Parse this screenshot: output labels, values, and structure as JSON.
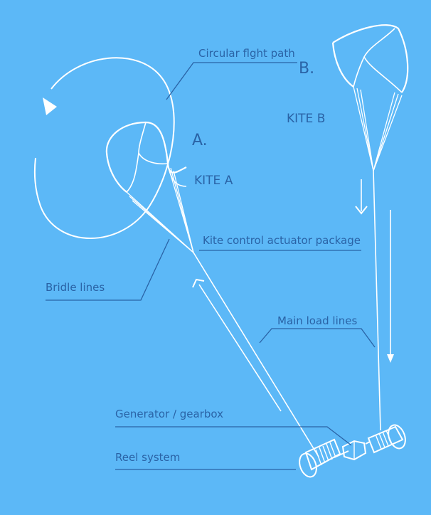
{
  "labels": {
    "circular_flight_path": "Circular flght path",
    "kite_a_letter": "A.",
    "kite_a_name": "KITE A",
    "kite_b_letter": "B.",
    "kite_b_name": "KITE B",
    "kite_control": "Kite control actuator package",
    "bridle_lines": "Bridle lines",
    "main_load_lines": "Main load lines",
    "generator_gearbox": "Generator / gearbox",
    "reel_system": "Reel system"
  },
  "colors": {
    "background": "#5cb8f7",
    "line_art": "#ffffff",
    "label_text": "#2a63a6"
  }
}
